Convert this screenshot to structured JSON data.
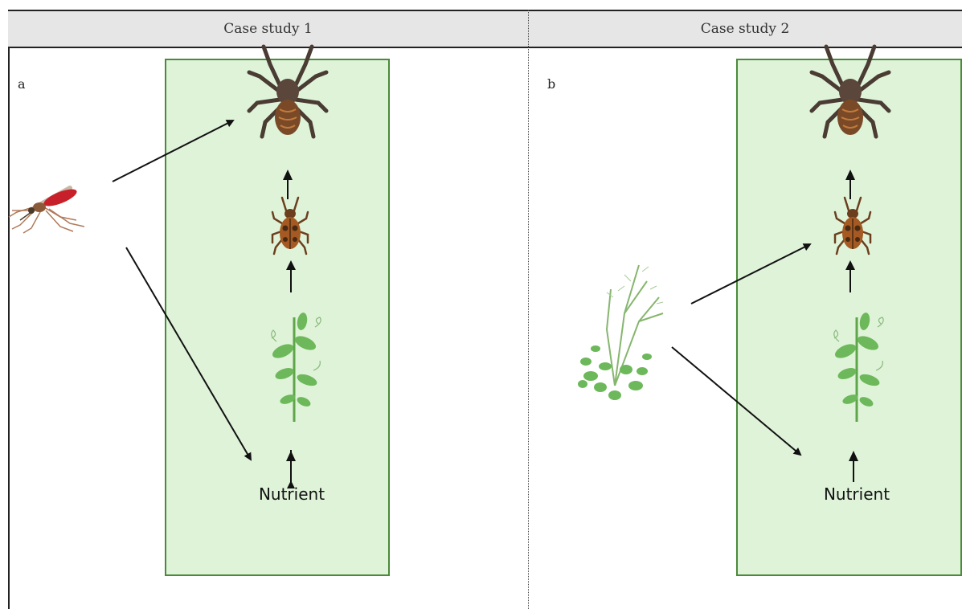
{
  "header": {
    "case1_label": "Case study 1",
    "case2_label": "Case study 2"
  },
  "panels": [
    {
      "letter": "a",
      "nutrient_label": "Nutrient",
      "external_organism": "mosquito-icon",
      "web_organisms": [
        "spider-icon",
        "beetle-icon",
        "plant-icon"
      ]
    },
    {
      "letter": "b",
      "nutrient_label": "Nutrient",
      "external_organism": "wild-plant-icon",
      "web_organisms": [
        "spider-icon",
        "beetle-icon",
        "plant-icon"
      ]
    }
  ],
  "colors": {
    "box_fill": "#dff3d9",
    "box_border": "#4a8a3a",
    "header_fill": "#e6e6e6"
  }
}
